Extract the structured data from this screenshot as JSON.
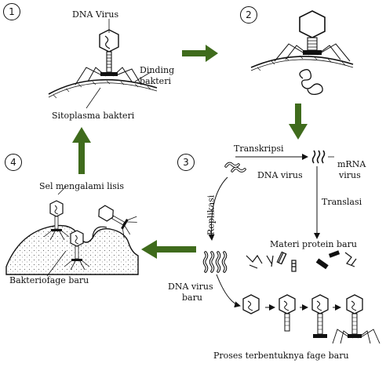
{
  "steps": [
    "1",
    "2",
    "3",
    "4"
  ],
  "labels": {
    "dna_virus": "DNA Virus",
    "dinding_bakteri_line1": "Dinding",
    "dinding_bakteri_line2": "bakteri",
    "sitoplasma_bakteri": "Sitoplasma bakteri",
    "transkripsi": "Transkripsi",
    "mrna_line1": "mRNA",
    "mrna_line2": "virus",
    "dna_virus_small": "DNA virus",
    "translasi": "Translasi",
    "replikasi": "Replikasi",
    "materi_protein_baru": "Materi protein baru",
    "dna_virus_baru_line1": "DNA virus",
    "dna_virus_baru_line2": "baru",
    "sel_mengalami_lisis": "Sel mengalami lisis",
    "bakteriofage_baru": "Bakteriofage baru",
    "proses_terbentuknya": "Proses terbentuknya fage baru"
  },
  "colors": {
    "arrow_green": "#3f6b1c",
    "line": "#111111"
  }
}
